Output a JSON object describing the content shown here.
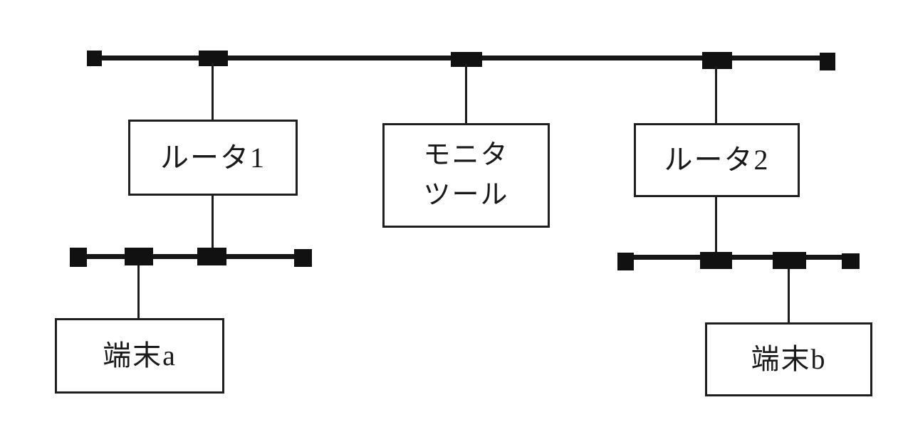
{
  "diagram": {
    "kind": "network-topology",
    "colors": {
      "background": "#ffffff",
      "line": "#161616",
      "box_border": "#1f1f1f",
      "text": "#1a1a1a"
    },
    "nodes": {
      "router1": {
        "label": "ルータ1"
      },
      "monitor_tool": {
        "label": "モニタ\nツール"
      },
      "router2": {
        "label": "ルータ2"
      },
      "terminal_a": {
        "label": "端末a"
      },
      "terminal_b": {
        "label": "端末b"
      }
    }
  }
}
